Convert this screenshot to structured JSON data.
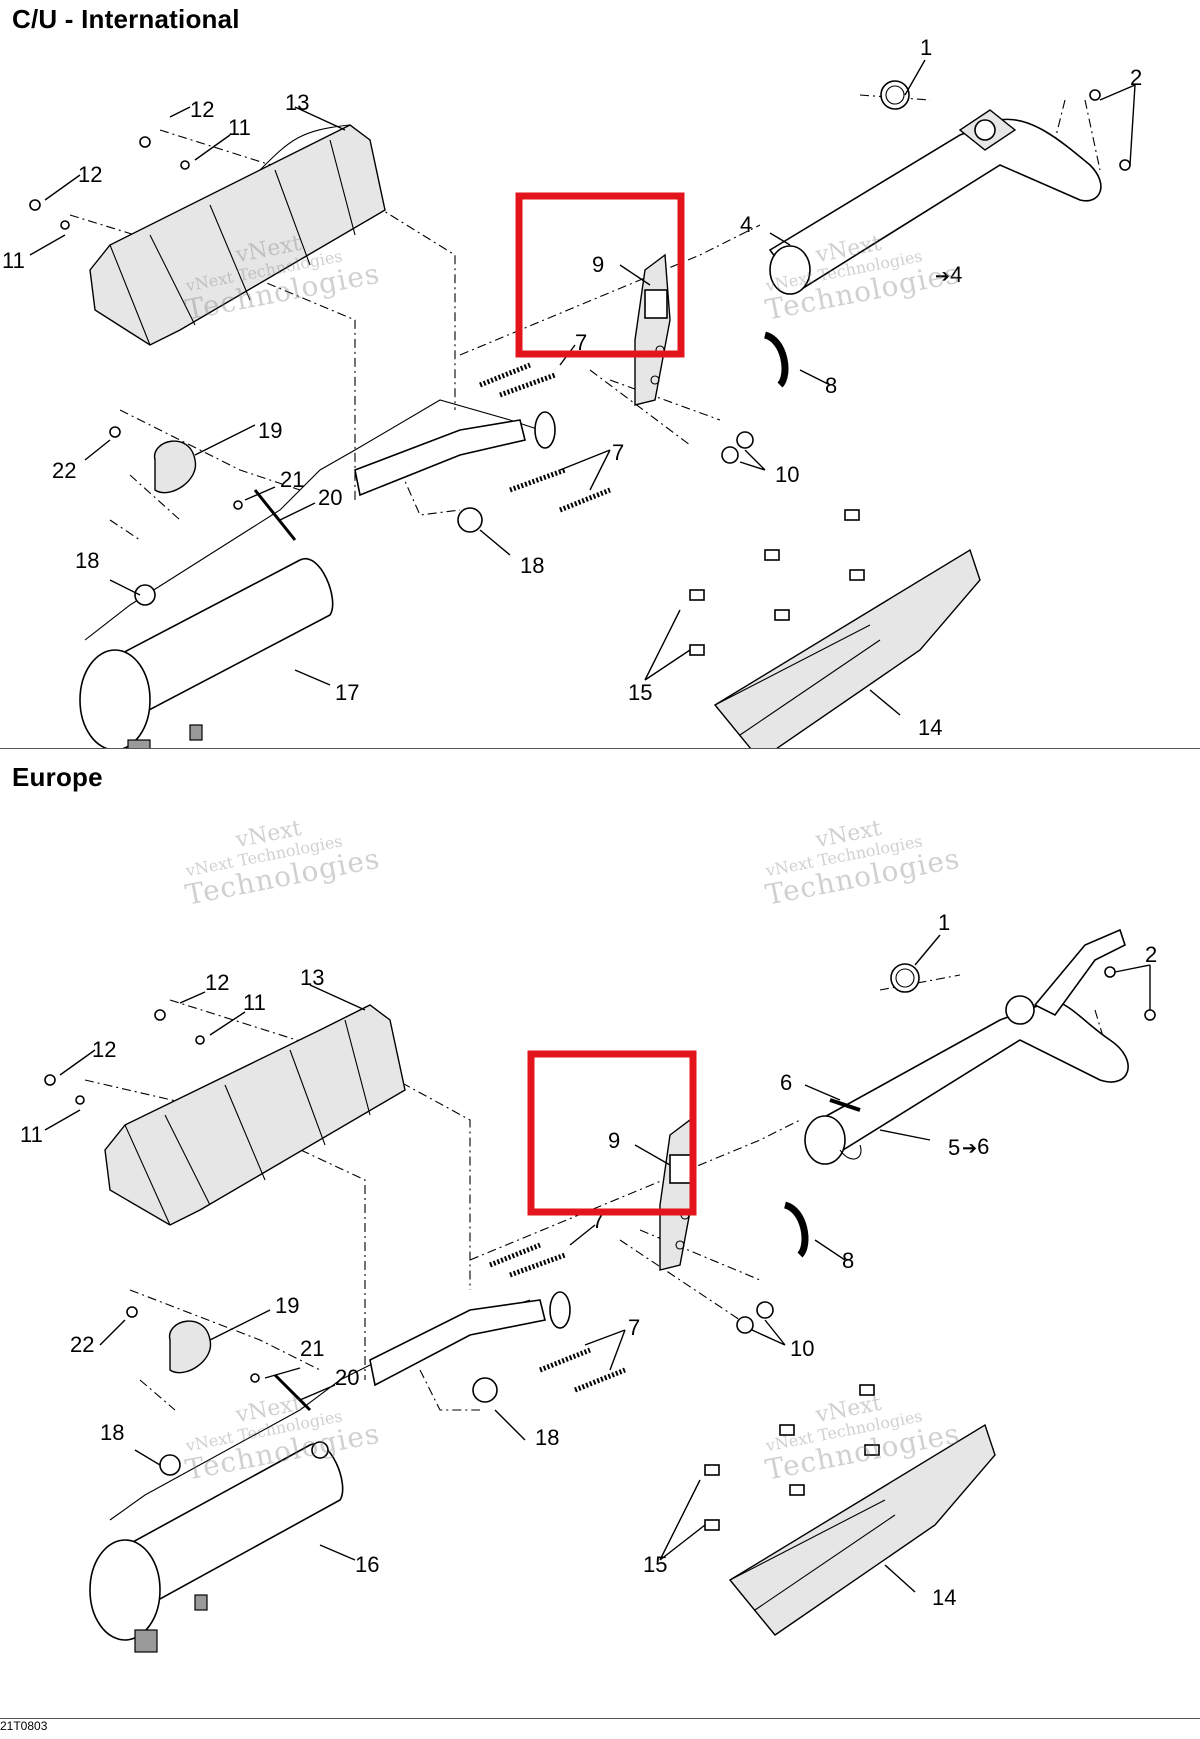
{
  "sections": [
    {
      "title": "C/U - International"
    },
    {
      "title": "Europe"
    }
  ],
  "callouts_top": {
    "c1": "1",
    "c2": "2",
    "c4a": "4",
    "c4b": "4",
    "c7a": "7",
    "c7b": "7",
    "c8": "8",
    "c9": "9",
    "c10": "10",
    "c11a": "11",
    "c11b": "11",
    "c12a": "12",
    "c12b": "12",
    "c13": "13",
    "c14": "14",
    "c15": "15",
    "c17": "17",
    "c18a": "18",
    "c18b": "18",
    "c19": "19",
    "c20": "20",
    "c21": "21",
    "c22": "22"
  },
  "callouts_bottom": {
    "c1": "1",
    "c2": "2",
    "c5": "5",
    "c6a": "6",
    "c6b": "6",
    "c7a": "7",
    "c7b": "7",
    "c8": "8",
    "c9": "9",
    "c10": "10",
    "c11a": "11",
    "c11b": "11",
    "c12a": "12",
    "c12b": "12",
    "c13": "13",
    "c14": "14",
    "c15": "15",
    "c16": "16",
    "c18a": "18",
    "c18b": "18",
    "c19": "19",
    "c20": "20",
    "c21": "21",
    "c22": "22"
  },
  "watermark": {
    "line1": "vNext",
    "line2": "vNext Technologies",
    "line3": "Technologies"
  },
  "footer": {
    "code": "21T0803"
  },
  "colors": {
    "highlight": "#e3141b",
    "line": "#000000",
    "divider": "#555555"
  },
  "icons": {
    "arrow": "right-arrow-icon"
  }
}
